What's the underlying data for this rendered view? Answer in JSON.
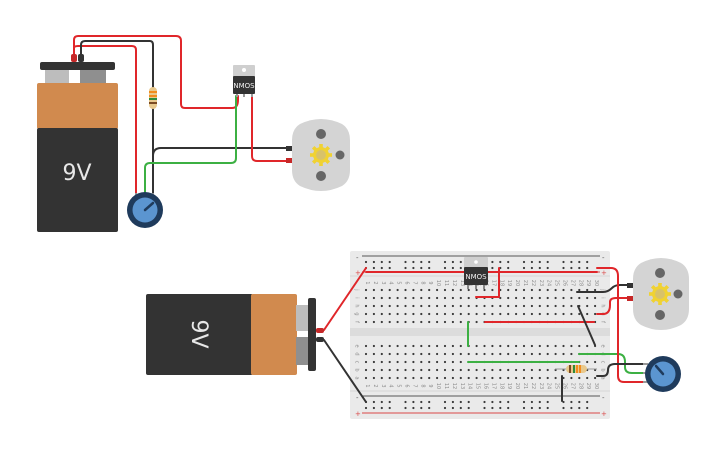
{
  "canvas": {
    "background": "#ffffff"
  },
  "components": {
    "battery_top": {
      "label": "9V",
      "orientation": "vertical"
    },
    "battery_bottom": {
      "label": "9V",
      "orientation": "horizontal"
    },
    "mosfet_top": {
      "label": "NMOS"
    },
    "mosfet_breadboard": {
      "label": "NMOS"
    },
    "motor_top": {
      "type": "DC motor"
    },
    "motor_bottom": {
      "type": "DC motor"
    },
    "potentiometer_top": {
      "type": "potentiometer"
    },
    "potentiometer_bottom": {
      "type": "potentiometer"
    },
    "resistor_top": {
      "type": "resistor"
    },
    "resistor_breadboard": {
      "type": "resistor"
    }
  },
  "breadboard": {
    "rail_minus": "-",
    "rail_plus": "+",
    "row_labels_top": [
      "j",
      "i",
      "h",
      "g",
      "f"
    ],
    "row_labels_bottom": [
      "e",
      "d",
      "c",
      "b",
      "a"
    ],
    "columns": [
      "1",
      "2",
      "3",
      "4",
      "5",
      "6",
      "7",
      "8",
      "9",
      "10",
      "11",
      "12",
      "13",
      "14",
      "15",
      "16",
      "17",
      "18",
      "19",
      "20",
      "21",
      "22",
      "23",
      "24",
      "25",
      "26",
      "27",
      "28",
      "29",
      "30"
    ]
  },
  "colors": {
    "wire_red": "#e0262a",
    "wire_black": "#333333",
    "wire_green": "#3cb043",
    "battery_body": "#333333",
    "battery_cap": "#d18a4e",
    "motor_body": "#d4d4d4",
    "gear": "#f0d232",
    "pot_outer": "#1f3b5c",
    "pot_knob": "#5b95d0",
    "chip_body": "#333333",
    "breadboard": "#eaeaea"
  }
}
